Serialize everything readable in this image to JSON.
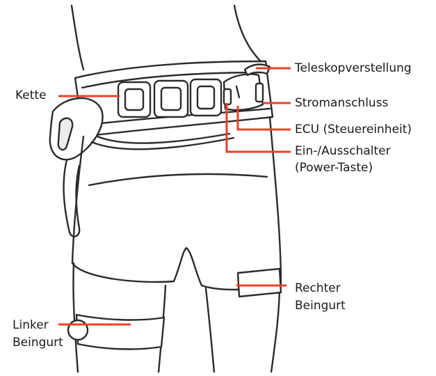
{
  "labels": {
    "chain": "Kette",
    "telescopic": "Teleskopverstellung",
    "power_port": "Stromanschluss",
    "ecu": "ECU (Steuereinheit)",
    "switch_line1": "Ein-/Ausschalter",
    "switch_line2": "(Power-Taste)",
    "right_strap_line1": "Rechter",
    "right_strap_line2": "Beingurt",
    "left_strap_line1": "Linker",
    "left_strap_line2": "Beingurt"
  },
  "colors": {
    "leader": "#e8402a",
    "outline": "#2b2b2b",
    "fill": "#ffffff",
    "shade": "#e9e9e9"
  }
}
